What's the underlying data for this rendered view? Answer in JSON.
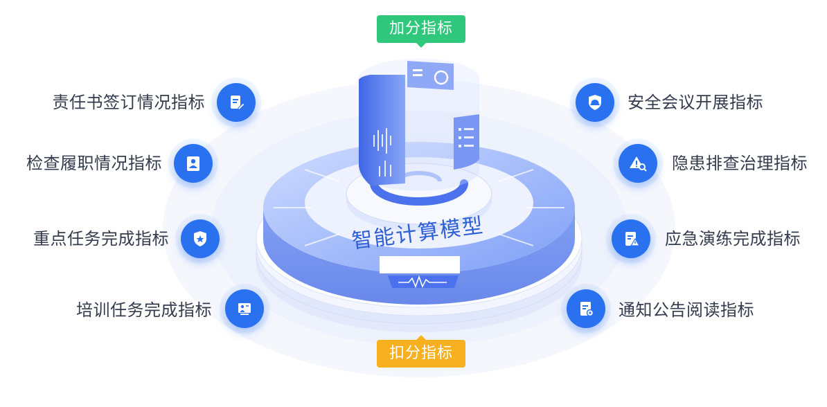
{
  "top_badge": "加分指标",
  "bottom_badge": "扣分指标",
  "center_title": "智能计算模型",
  "left_items": [
    {
      "label": "责任书签订情况指标",
      "icon": "document-edit-icon"
    },
    {
      "label": "检查履职情况指标",
      "icon": "person-badge-icon"
    },
    {
      "label": "重点任务完成指标",
      "icon": "shield-star-icon"
    },
    {
      "label": "培训任务完成指标",
      "icon": "teacher-board-icon"
    }
  ],
  "right_items": [
    {
      "label": "安全会议开展指标",
      "icon": "helmet-shield-icon"
    },
    {
      "label": "隐患排查治理指标",
      "icon": "warning-search-icon"
    },
    {
      "label": "应急演练完成指标",
      "icon": "document-warning-icon"
    },
    {
      "label": "通知公告阅读指标",
      "icon": "document-gear-icon"
    }
  ],
  "colors": {
    "icon_blue": "#2a71f0",
    "plus_green": "#2fc77b",
    "minus_orange": "#f7b01f",
    "label_text": "#333b4d",
    "model_title": "#2f5fd6"
  }
}
